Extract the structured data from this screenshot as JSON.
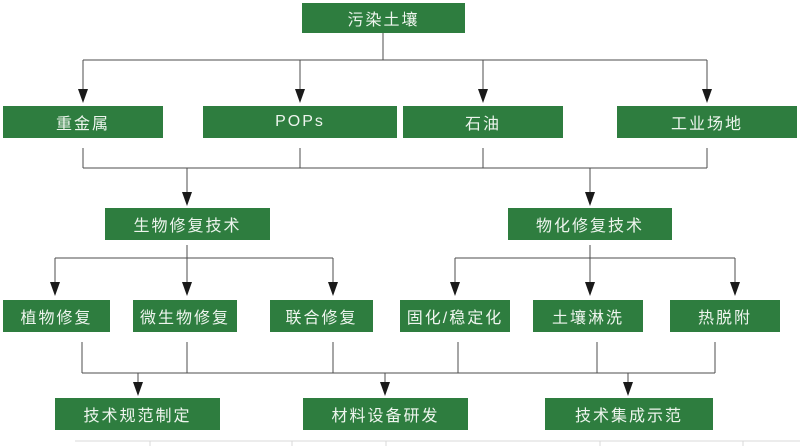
{
  "diagram": {
    "title_hint": "soil-remediation-flowchart",
    "root": {
      "label": "污染土壤"
    },
    "contaminants": [
      {
        "label": "重金属"
      },
      {
        "label": "POPs"
      },
      {
        "label": "石油"
      },
      {
        "label": "工业场地"
      }
    ],
    "tech_categories": [
      {
        "label": "生物修复技术"
      },
      {
        "label": "物化修复技术"
      }
    ],
    "bio_methods": [
      {
        "label": "植物修复"
      },
      {
        "label": "微生物修复"
      },
      {
        "label": "联合修复"
      }
    ],
    "physchem_methods": [
      {
        "label": "固化/稳定化"
      },
      {
        "label": "土壤淋洗"
      },
      {
        "label": "热脱附"
      }
    ],
    "outputs": [
      {
        "label": "技术规范制定"
      },
      {
        "label": "材料设备研发"
      },
      {
        "label": "技术集成示范"
      }
    ]
  },
  "colors": {
    "box_bg": "#2e7d3f",
    "box_text": "#eef5ee",
    "line_color": "#4d4d4d",
    "arrow_color": "#1a1a1a",
    "remnant_color": "#d9d9d9"
  }
}
